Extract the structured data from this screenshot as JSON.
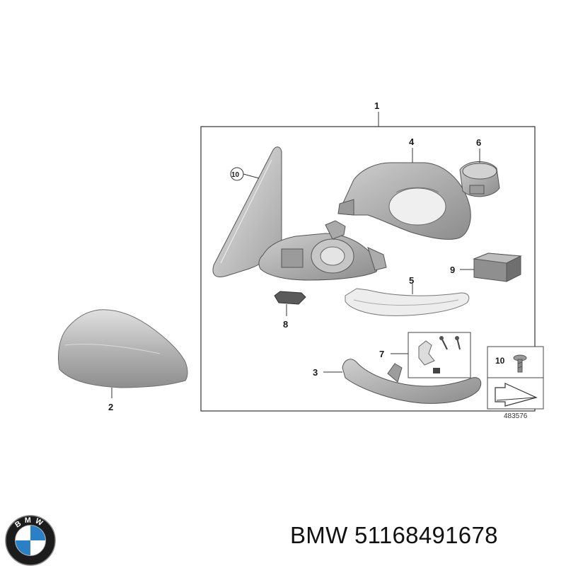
{
  "diagram": {
    "callouts": {
      "c1": "1",
      "c2": "2",
      "c3": "3",
      "c4": "4",
      "c5": "5",
      "c6": "6",
      "c7": "7",
      "c8": "8",
      "c9": "9",
      "c10": "10"
    },
    "ref_number": "483576",
    "legend_number": "10"
  },
  "logo": {
    "text": "BMW"
  },
  "footer": {
    "brand": "BMW",
    "part_number": "51168491678",
    "text": "BMW 51168491678"
  },
  "colors": {
    "part_fill": "#b9b9b9",
    "part_stroke": "#555555",
    "logo_blue": "#2b7fc4",
    "logo_ring": "#1c1c1c"
  }
}
